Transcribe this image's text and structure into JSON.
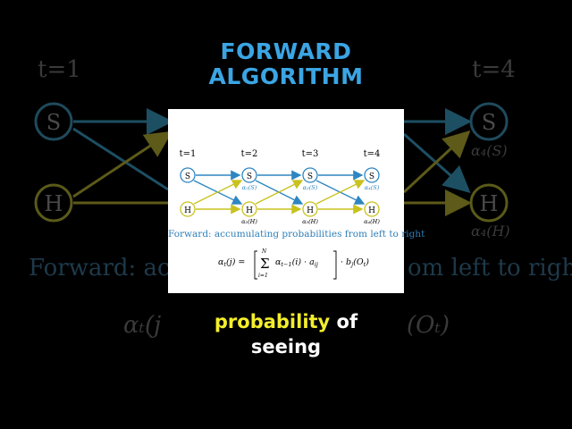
{
  "title": {
    "line1": "FORWARD",
    "line2": "ALGORITHM"
  },
  "diagram": {
    "time_labels": [
      "t=1",
      "t=2",
      "t=3",
      "t=4"
    ],
    "states": [
      "S",
      "H"
    ],
    "alpha_labels": {
      "t2_S": "α₂(S)",
      "t3_S": "α₃(S)",
      "t4_S": "α₄(S)",
      "t2_H": "α₂(H)",
      "t3_H": "α₃(H)",
      "t4_H": "α₄(H)"
    },
    "caption": "Forward: accumulating probabilities from left to right",
    "colors": {
      "S": "#2e86c1",
      "H": "#c9c21f",
      "arrow_S": "#2e86c1",
      "arrow_H": "#c9c21f"
    }
  },
  "background": {
    "t1": "t=1",
    "t4": "t=4",
    "S": "S",
    "H": "H",
    "alpha4_S": "α₄(S)",
    "alpha4_H": "α₄(H)",
    "caption_left": "Forward: accu",
    "caption_right": "om left to right",
    "formula_left": "αₜ(j",
    "formula_right": "(Oₜ)"
  },
  "subtitle": {
    "highlight": "probability",
    "rest1": " of",
    "rest2": "seeing"
  }
}
